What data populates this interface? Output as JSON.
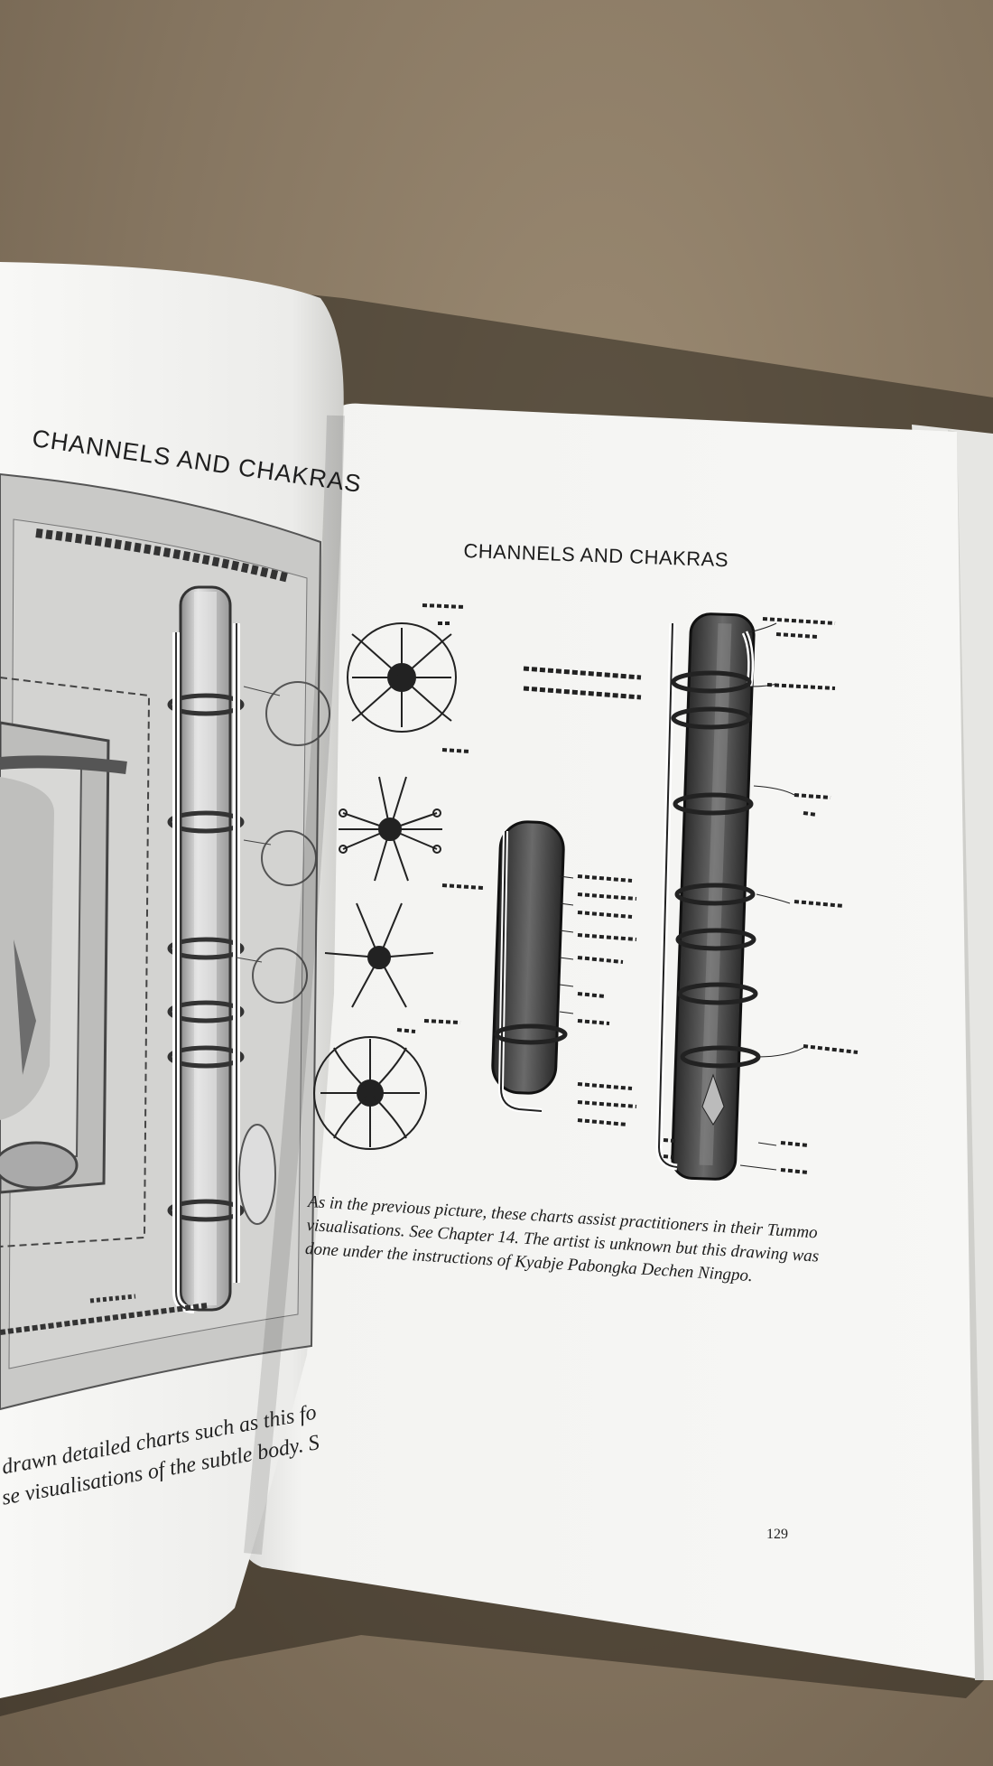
{
  "left_page": {
    "running_head": "CHANNELS AND CHAKRAS",
    "caption_lines": [
      "drawn detailed charts such as this fo",
      "se visualisations of the subtle body. S"
    ]
  },
  "right_page": {
    "running_head": "CHANNELS AND CHAKRAS",
    "caption_lines": [
      "As in the previous picture, these charts assist practitioners in their Tummo",
      "visualisations. See Chapter 14. The artist is unknown but this drawing was",
      "done under the instructions of Kyabje Pabongka Dechen Ningpo."
    ],
    "page_number": "129"
  },
  "colors": {
    "table": "#8a7a63",
    "page": "#f4f4f2",
    "ink": "#1c1c1c"
  }
}
